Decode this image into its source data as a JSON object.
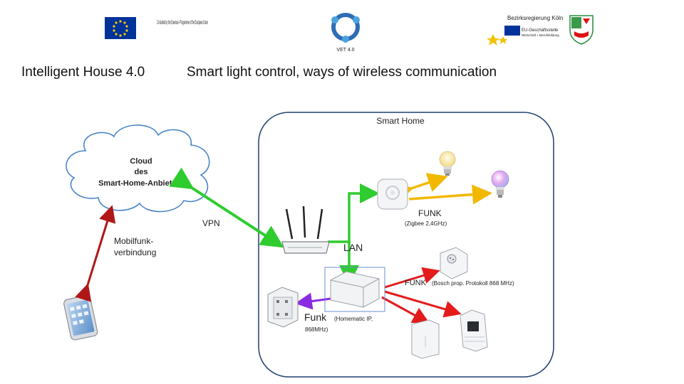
{
  "header": {
    "title_left": "Intelligent House 4.0",
    "title_right": "Smart light control, ways of wireless communication",
    "eu_logo_text": "Co-funded by the Erasmus+ Programme of the European Union",
    "vet_logo_text": "VET 4.0",
    "koeln_logo_title": "Bezirksregierung Köln",
    "koeln_logo_sub1": "EU-Geschäftsstelle",
    "koeln_logo_sub2": "Wirtschaft + Berufsbildung"
  },
  "diagram": {
    "smart_home_label": "Smart Home",
    "cloud_label_1": "Cloud",
    "cloud_label_2": "des",
    "cloud_label_3": "Smart-Home-Anbieters",
    "mobile_label_1": "Mobilfunk-",
    "mobile_label_2": "verbindung",
    "vpn_label": "VPN",
    "lan_label": "LAN",
    "funk_zigbee_label": "FUNK",
    "funk_zigbee_sub": "(Zigbee 2,4GHz)",
    "funk_bosch_label": "FUNK",
    "funk_bosch_sub": "(Bosch prop. Protokoll 868 MHz)",
    "funk_homematic_label": "Funk",
    "funk_homematic_sub1": "(Homematic IP,",
    "funk_homematic_sub2": "868MHz)"
  },
  "colors": {
    "vpn_link": "#2ecc2e",
    "lan_link": "#2ecc2e",
    "zigbee_link": "#f2b800",
    "bosch_link": "#e41b1b",
    "homematic_link": "#8a2be2",
    "mobile_link": "#b01818",
    "cloud_stroke": "#4a86c8",
    "eu_blue": "#003399",
    "eu_star": "#ffcc00"
  }
}
